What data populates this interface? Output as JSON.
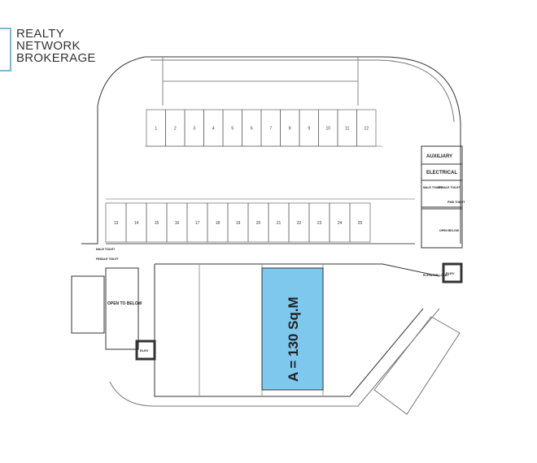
{
  "logo": {
    "line1": "REALTY",
    "line2": "NETWORK",
    "line3": "BROKERAGE",
    "color": "#7fb8d6"
  },
  "plan": {
    "highlight_label": "A = 130 Sq.M",
    "highlight_color": "#7ec8ee",
    "rooms": {
      "auxiliary": "AUXILIARY",
      "electrical": "ELECTRICAL",
      "male_toilet": "MALE TOILET",
      "female_toilet": "FEMALE TOILET",
      "pwd_toilet": "PWD TOILET",
      "open_below_right": "OPEN BELOW",
      "elevator_lobby": "ELEVATOR LOBBY",
      "elev_right": "ELEV",
      "open_to_below": "OPEN TO BELOW",
      "elev_left": "ELEV",
      "male_toilet_left": "MALE TOILET",
      "female_toilet_left": "FEMALE TOILET"
    },
    "parking_top": [
      "1",
      "2",
      "3",
      "4",
      "5",
      "6",
      "7",
      "8",
      "9",
      "10",
      "11",
      "12"
    ],
    "parking_bottom": [
      "13",
      "14",
      "15",
      "16",
      "17",
      "18",
      "19",
      "20",
      "21",
      "22",
      "23",
      "24",
      "25"
    ]
  }
}
